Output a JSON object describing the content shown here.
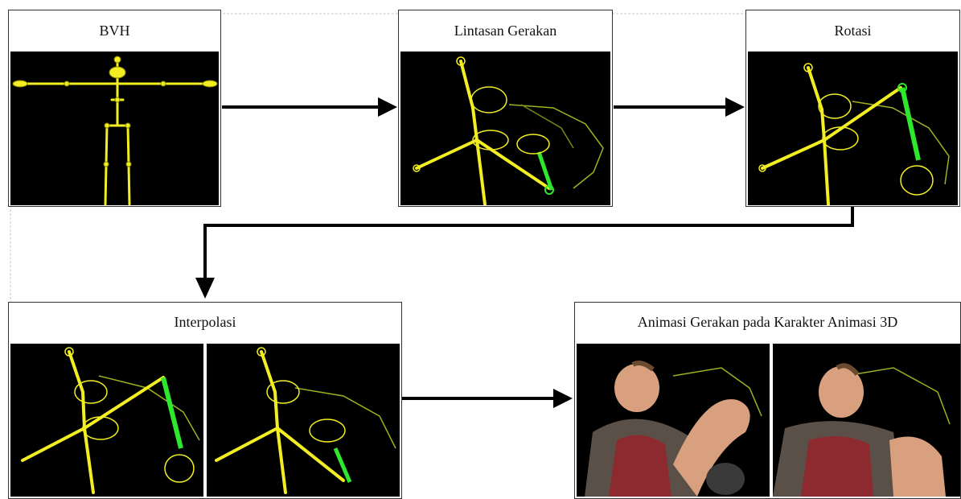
{
  "diagram": {
    "boxes": [
      {
        "id": "bvh",
        "title": "BVH"
      },
      {
        "id": "lintasan",
        "title": "Lintasan Gerakan"
      },
      {
        "id": "rotasi",
        "title": "Rotasi"
      },
      {
        "id": "interpolasi",
        "title": "Interpolasi"
      },
      {
        "id": "animasi",
        "title": "Animasi Gerakan pada Karakter Animasi 3D"
      }
    ],
    "colors": {
      "skeleton": "#f2ee22",
      "highlight": "#2ee82e",
      "trajectory": "#a0b020",
      "panel_bg": "#000000",
      "arrow": "#000000",
      "skin": "#d8a07e",
      "armor": "#5a5048",
      "vest": "#8c2a30"
    }
  }
}
